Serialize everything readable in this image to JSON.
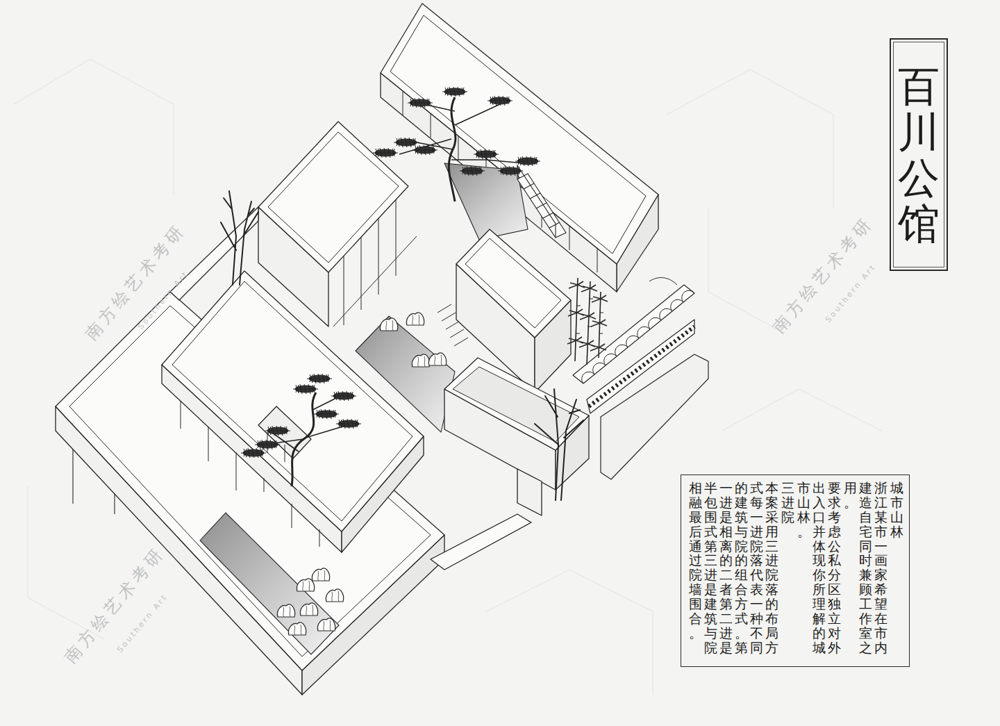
{
  "diagram": {
    "title": "百川公馆",
    "nodes": [
      {
        "text": [
          "城市山林",
          "浙江某市一画家希望在市内建造自宅同时兼顾工作室之用。",
          "要求考虑公私分区独立对外出入口并体现你所理解的城市山林。",
          "三进院",
          "本案采用三进院落的布局方式每一进院落代表一种不同的建筑与院的组合方式。第一进是相离的二者第二进是半包围式第三进是建筑与院相融最后通过院墙围合。"
        ]
      }
    ],
    "labels": [
      "南方绘艺术考研",
      "Southern Art",
      "南方绘艺术考研",
      "Southern Art",
      "南方绘艺术考研",
      "Southern Art"
    ]
  }
}
